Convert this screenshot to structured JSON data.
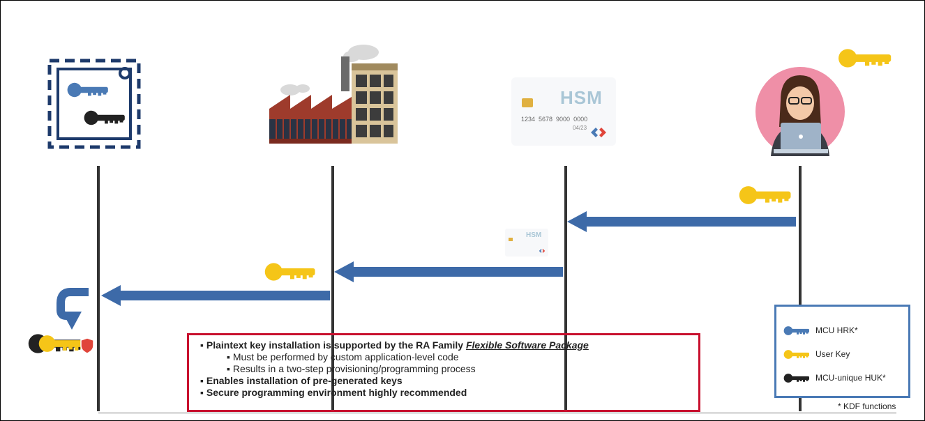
{
  "card": {
    "brand": "HSM",
    "number": "1234  5678  9000  0000",
    "expiry": "04/23"
  },
  "notes": {
    "bullet1_pre": "Plaintext key installation is supported by the RA Family ",
    "bullet1_link": "Flexible Software Package",
    "sub1": "Must be performed by custom application-level code",
    "sub2": "Results in a two-step provisioning/programming process",
    "bullet2": "Enables installation of pre-generated keys",
    "bullet3": "Secure programming environment highly recommended"
  },
  "legend": {
    "items": [
      {
        "label": "MCU HRK*",
        "icon": "blue-key-icon",
        "color": "#4a7ab5"
      },
      {
        "label": "User Key",
        "icon": "yellow-key-icon",
        "color": "#f5c518"
      },
      {
        "label": "MCU-unique HUK*",
        "icon": "black-key-icon",
        "color": "#222222"
      }
    ],
    "footnote": "* KDF functions"
  },
  "colors": {
    "arrow": "#3d6aa8",
    "box_border": "#c8102e",
    "legend_border": "#4a7ab5",
    "user_key": "#f5c518",
    "hrk_key": "#4a7ab5",
    "huk_key": "#222222"
  }
}
